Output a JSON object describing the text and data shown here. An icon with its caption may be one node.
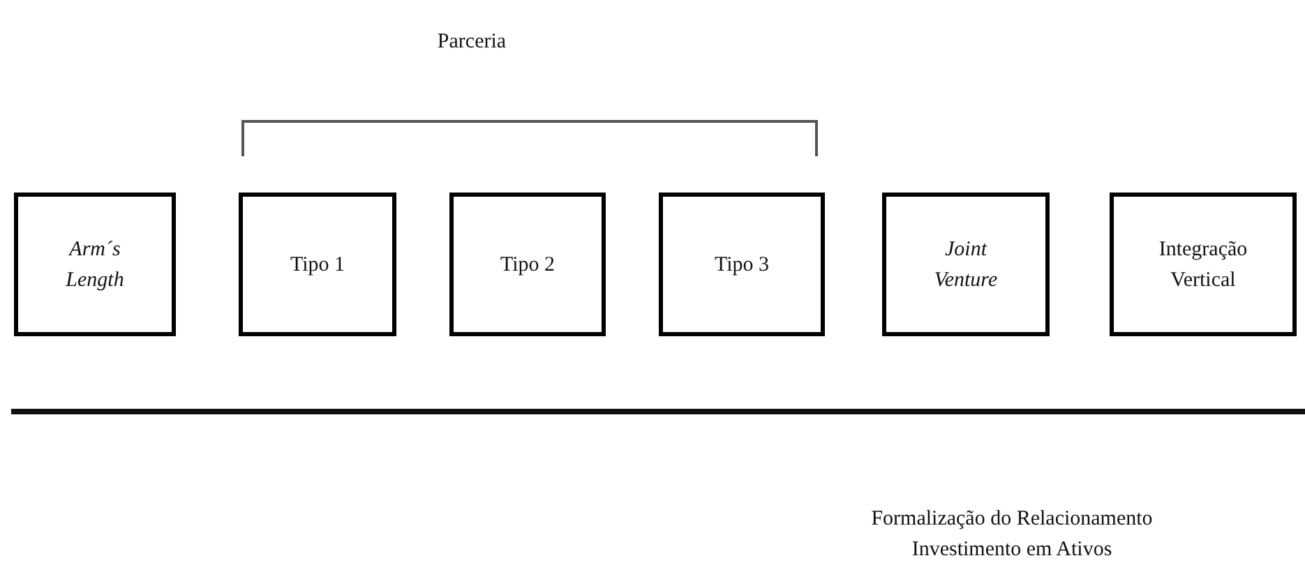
{
  "diagram": {
    "nodes": [
      {
        "text": [
          "Arm´s Length"
        ]
      },
      {
        "text": [
          "Tipo 1"
        ]
      },
      {
        "text": [
          "Tipo 2"
        ]
      },
      {
        "text": [
          "Tipo 3"
        ]
      },
      {
        "text": [
          "Joint Venture"
        ]
      },
      {
        "text": [
          "Integração Vertical"
        ]
      }
    ],
    "edges": [],
    "labels": [
      "Parceria",
      "Formalização do Relacionamento",
      "Investimento em Ativos"
    ]
  }
}
